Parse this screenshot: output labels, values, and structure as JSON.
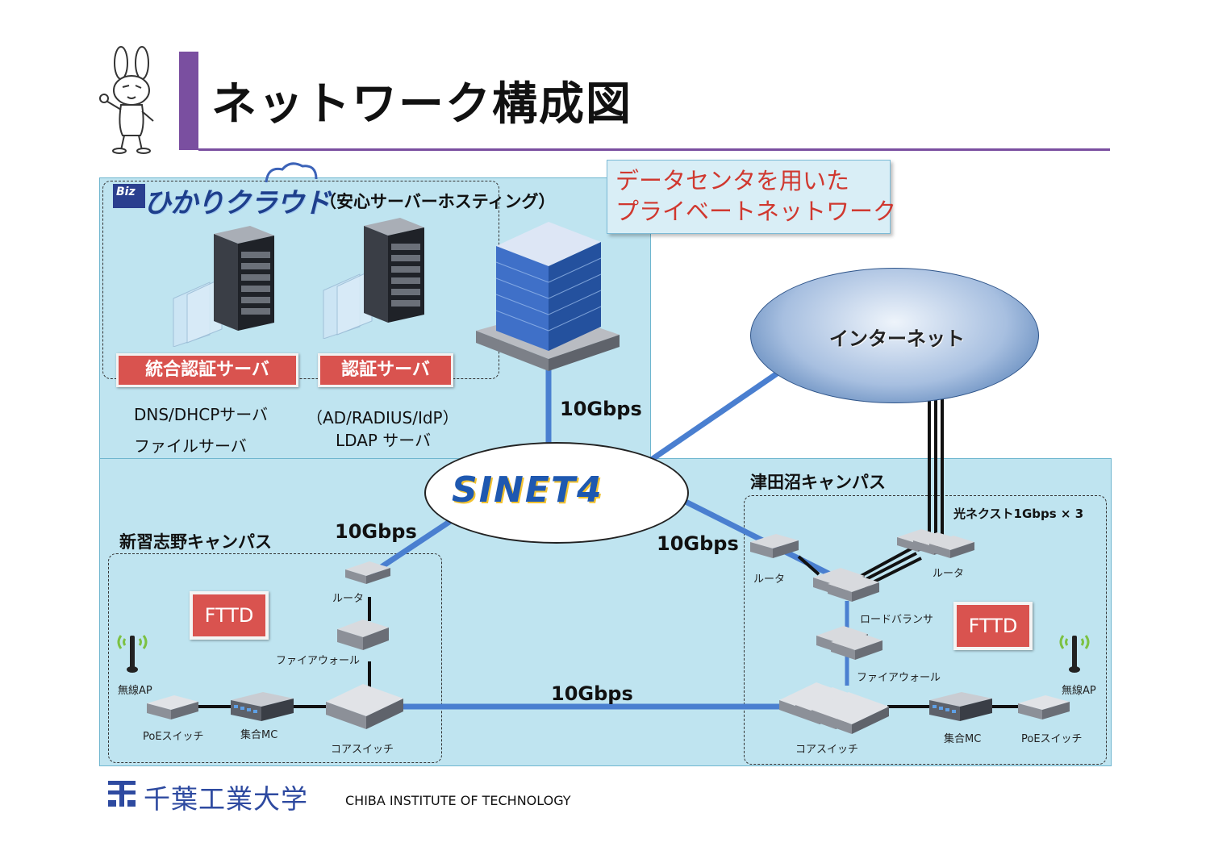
{
  "title": "ネットワーク構成図",
  "callout": {
    "line1": "データセンタを用いた",
    "line2": "プライベートネットワーク"
  },
  "datacenter": {
    "logo_biz": "Biz",
    "logo_text": "ひかりクラウド",
    "subtitle": "（安心サーバーホスティング）",
    "server1_label": "統合認証サーバ",
    "server2_label": "認証サーバ",
    "server1_desc1": "DNS/DHCPサーバ",
    "server1_desc2": "ファイルサーバ",
    "server2_desc1": "（AD/RADIUS/IdP）",
    "server2_desc2": "LDAP サーバ"
  },
  "internet_label": "インターネット",
  "sinet_label": "SINET4",
  "links": {
    "dc_sinet": "10Gbps",
    "sinet_shin": "10Gbps",
    "sinet_tsuda": "10Gbps",
    "campus_campus": "10Gbps",
    "hikari_next": "光ネクスト1Gbps × 3"
  },
  "shinnarashino": {
    "name": "新習志野キャンパス",
    "fttd": "FTTD",
    "router": "ルータ",
    "firewall": "ファイアウォール",
    "core_switch": "コアスイッチ",
    "mc": "集合MC",
    "poe": "PoEスイッチ",
    "ap": "無線AP"
  },
  "tsudanuma": {
    "name": "津田沼キャンパス",
    "fttd": "FTTD",
    "router1": "ルータ",
    "router2": "ルータ",
    "load_balancer": "ロードバランサ",
    "firewall": "ファイアウォール",
    "core_switch": "コアスイッチ",
    "mc": "集合MC",
    "poe": "PoEスイッチ",
    "ap": "無線AP"
  },
  "footer": {
    "jp_name": "千葉工業大学",
    "en_name": "CHIBA INSTITUTE OF TECHNOLOGY"
  },
  "colors": {
    "accent": "#7a4fa0",
    "link": "#4a7fd0",
    "panel": "#bfe4f0",
    "label_red": "#d9534f",
    "callout_text": "#d0382f"
  }
}
